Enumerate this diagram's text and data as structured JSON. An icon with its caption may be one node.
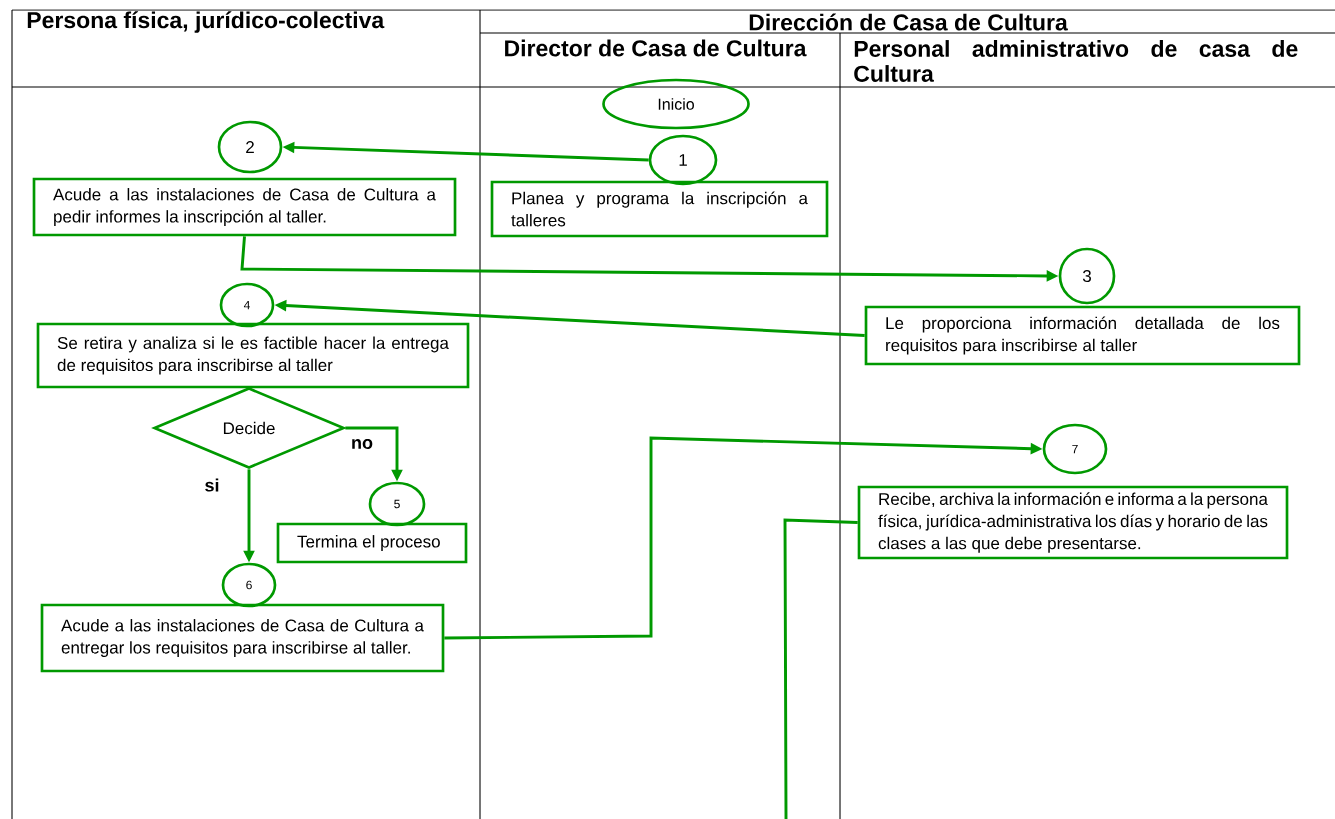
{
  "diagram": {
    "nodes": [
      {
        "text": [
          "Inicio"
        ]
      },
      {
        "text": [
          "1"
        ]
      },
      {
        "text": [
          "Planea y programa la inscripción a talleres"
        ]
      },
      {
        "text": [
          "2"
        ]
      },
      {
        "text": [
          "Acude a las instalaciones de Casa de Cultura a pedir informes la inscripción al taller."
        ]
      },
      {
        "text": [
          "3"
        ]
      },
      {
        "text": [
          "Le proporciona información detallada de los requisitos para inscribirse al taller"
        ]
      },
      {
        "text": [
          "4"
        ]
      },
      {
        "text": [
          "Se retira y analiza si le es factible hacer la entrega de requisitos para inscribirse al taller"
        ]
      },
      {
        "text": [
          "Decide"
        ]
      },
      {
        "text": [
          "5"
        ]
      },
      {
        "text": [
          "Termina el proceso"
        ]
      },
      {
        "text": [
          "6"
        ]
      },
      {
        "text": [
          "Acude a las instalaciones de Casa de Cultura a entregar los requisitos para inscribirse al taller."
        ]
      },
      {
        "text": [
          "7"
        ]
      },
      {
        "text": [
          "Recibe, archiva la información e informa a la persona física, jurídica-administrativa los días y horario de las clases a las que debe presentarse."
        ]
      }
    ],
    "edges": [
      {
        "from": 1,
        "to": 3,
        "arrow": "to"
      },
      {
        "from": 4,
        "to": 5,
        "arrow": "to"
      },
      {
        "from": 6,
        "to": 7,
        "arrow": "to"
      },
      {
        "from": 9,
        "to": 12,
        "arrow": "to",
        "label": "si"
      },
      {
        "from": 9,
        "to": 10,
        "arrow": "to",
        "label": "no"
      },
      {
        "from": 13,
        "to": 14,
        "arrow": "to"
      },
      {
        "from": 15,
        "to": null,
        "arrow": "none"
      }
    ],
    "labels": [
      "Persona física, jurídico-colectiva",
      "Dirección de Casa de Cultura",
      "Director de Casa de Cultura",
      "Personal administrativo de casa de Cultura"
    ]
  }
}
